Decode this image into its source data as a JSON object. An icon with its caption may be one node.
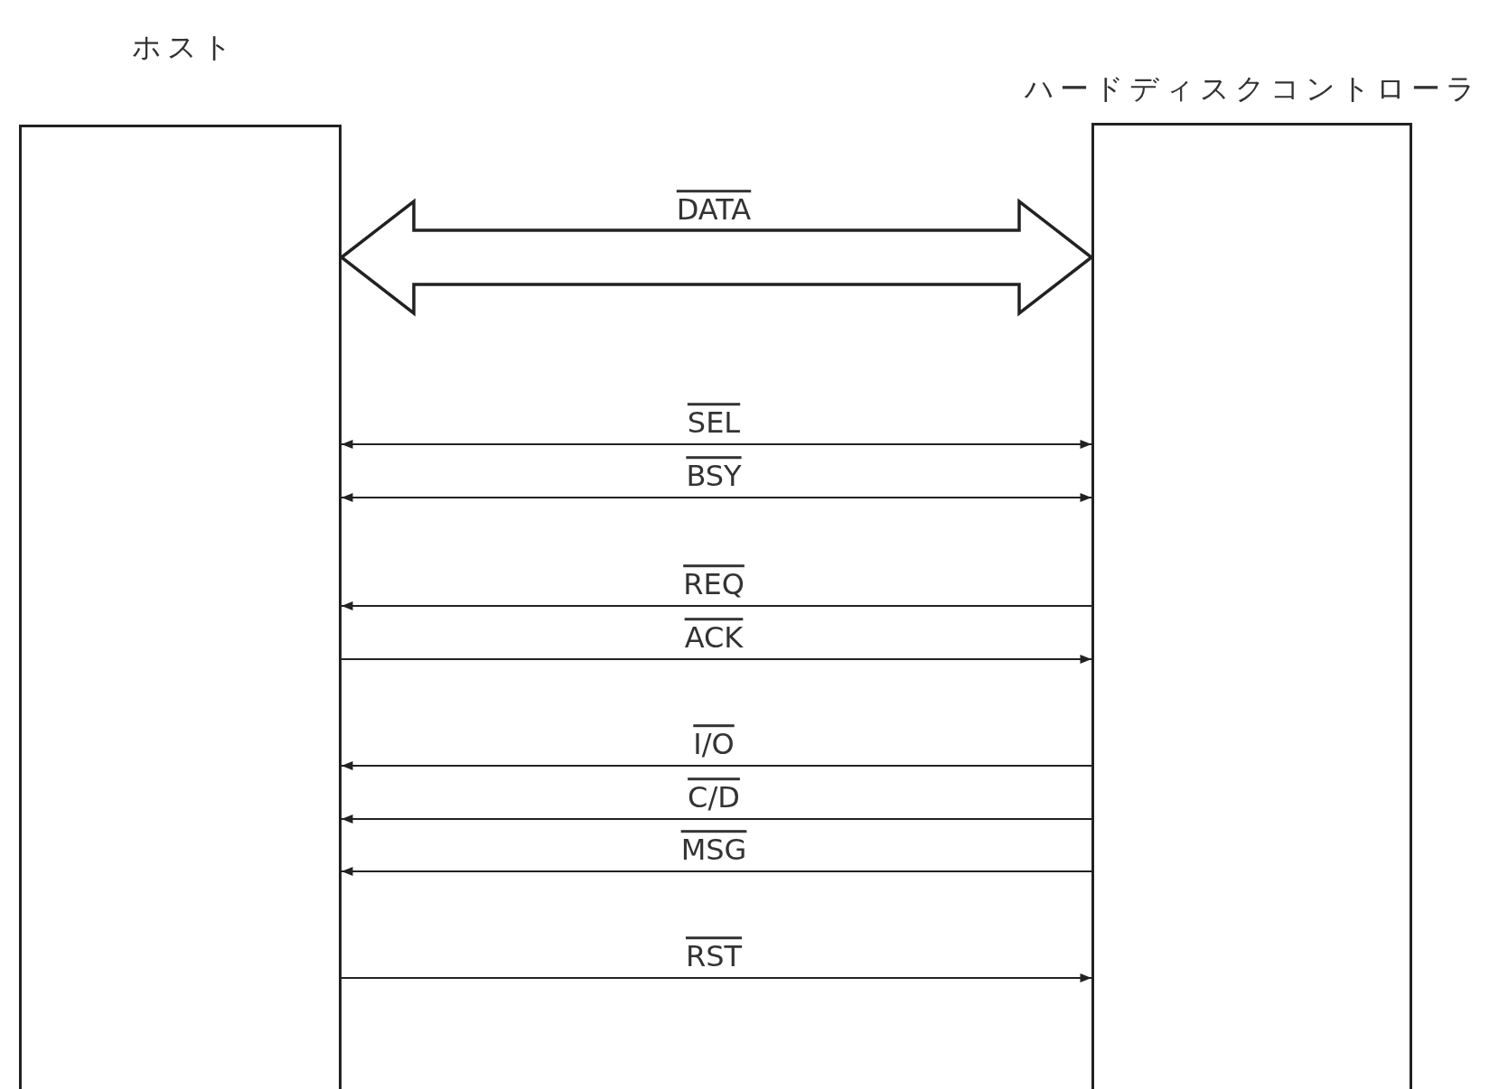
{
  "diagram": {
    "nodes": [
      {
        "text": [
          "ホスト"
        ]
      },
      {
        "text": [
          "ハードディスクコントローラ"
        ]
      }
    ],
    "edges": [
      {
        "from": 0,
        "to": 1,
        "arrow": "both",
        "label": "DATA",
        "style": "thick"
      },
      {
        "from": 0,
        "to": 1,
        "arrow": "both",
        "label": "SEL"
      },
      {
        "from": 0,
        "to": 1,
        "arrow": "both",
        "label": "BSY"
      },
      {
        "from": 1,
        "to": 0,
        "arrow": "to",
        "label": "REQ"
      },
      {
        "from": 0,
        "to": 1,
        "arrow": "to",
        "label": "ACK"
      },
      {
        "from": 1,
        "to": 0,
        "arrow": "to",
        "label": "I/O"
      },
      {
        "from": 1,
        "to": 0,
        "arrow": "to",
        "label": "C/D"
      },
      {
        "from": 1,
        "to": 0,
        "arrow": "to",
        "label": "MSG"
      },
      {
        "from": 0,
        "to": 1,
        "arrow": "to",
        "label": "RST"
      }
    ]
  }
}
